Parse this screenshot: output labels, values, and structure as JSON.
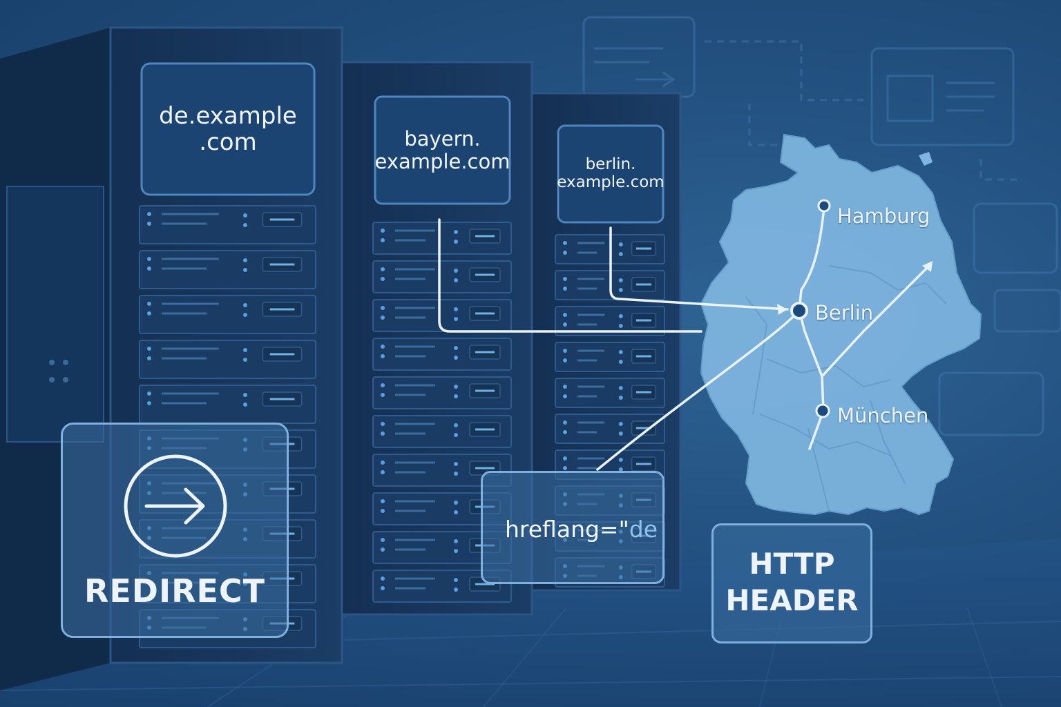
{
  "servers": [
    {
      "line1": "de.example",
      "line2": ".com"
    },
    {
      "line1": "bayern.",
      "line2": "example.com"
    },
    {
      "line1": "berlin.",
      "line2": "example.com"
    }
  ],
  "map": {
    "cities": [
      "Hamburg",
      "Berlin",
      "München"
    ]
  },
  "redirect": {
    "label": "REDIRECT",
    "icon": "arrow-right-circle-icon"
  },
  "hreflang": {
    "attr": "hreflang=\"",
    "value": "de"
  },
  "http_header": {
    "line1": "HTTP",
    "line2": "HEADER"
  },
  "colors": {
    "background": "#1e4a7a",
    "rack": "#163a63",
    "map_fill": "#7fb6e0",
    "accent": "#8fc2ef"
  }
}
